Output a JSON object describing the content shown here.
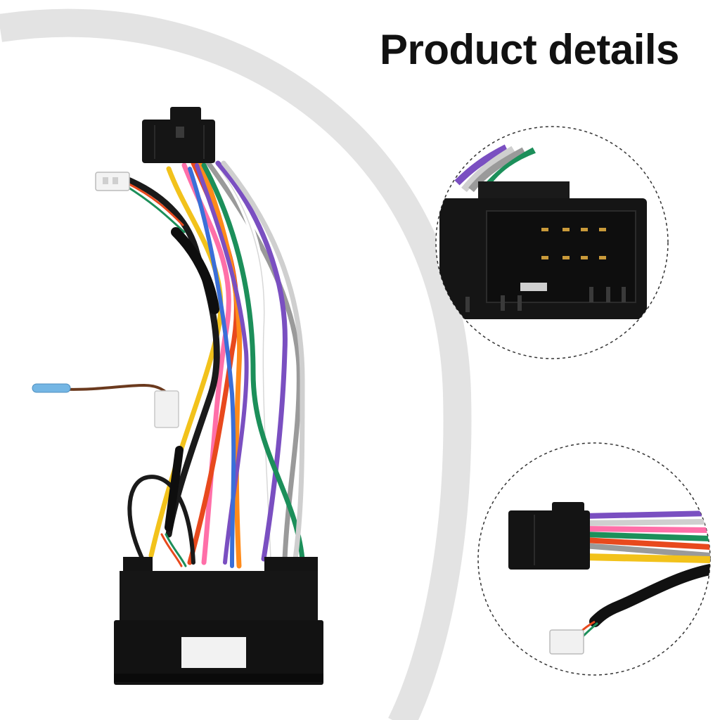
{
  "page": {
    "title": "Product details"
  },
  "product_image": {
    "subject": "wiring-harness",
    "detail_views": [
      "connector-face-closeup",
      "plug-and-small-connector-closeup"
    ]
  },
  "colors": {
    "background": "#ffffff",
    "arc": "#e3e3e3",
    "connector": "#151515",
    "wires": [
      "#f2c21b",
      "#ff6fa8",
      "#e8491d",
      "#ff8b1a",
      "#8f8f8f",
      "#7a4fc1",
      "#1c8f5a",
      "#ffffff",
      "#3a6fd8",
      "#6b3a1e",
      "#1a1a1a"
    ]
  }
}
